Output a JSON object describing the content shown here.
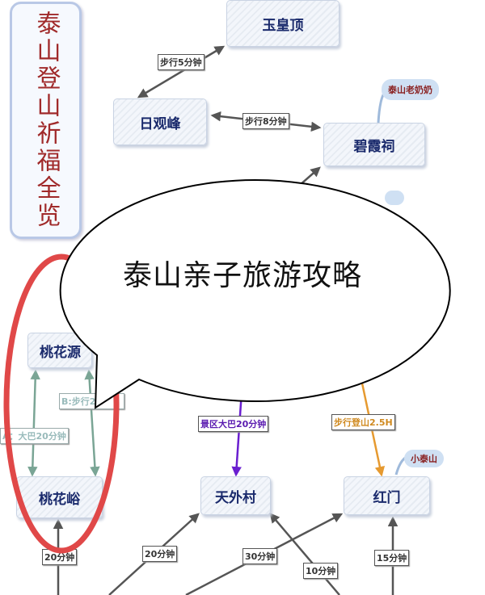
{
  "title": "泰山登山祈福全览",
  "nodes": {
    "yuhuangding": "玉皇顶",
    "riguanfeng": "日观峰",
    "bixiaci": "碧霞祠",
    "taohuayuan": "桃花源",
    "taohuayu": "桃花峪",
    "tianwaicun": "天外村",
    "hongmen": "红门"
  },
  "notes": {
    "bixiaci": "泰山老奶奶",
    "hongmen": "小泰山"
  },
  "labels": {
    "walk5": "步行5分钟",
    "walk8": "步行8分钟",
    "route_b": "B:步行2",
    "route_a": "A：大巴20分钟",
    "bus20": "景区大巴20分钟",
    "hike": "步行登山2.5H",
    "m20a": "20分钟",
    "m20b": "20分钟",
    "m30": "30分钟",
    "m10": "10分钟",
    "m15": "15分钟"
  },
  "bubble": {
    "text": "泰山亲子旅游攻略"
  },
  "colors": {
    "route_green": "#7aa595",
    "bus_purple": "#6a1fd0",
    "hike_orange": "#e69a30",
    "ring_red": "#e04848"
  }
}
